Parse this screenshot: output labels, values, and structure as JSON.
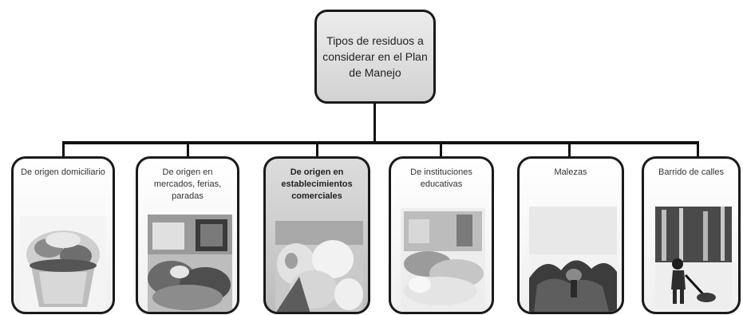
{
  "root": {
    "label": "Tipos de residuos a considerar en el Plan de Manejo"
  },
  "categories": [
    {
      "label": "De origen domiciliario",
      "photo": "household-trash-bag-icon"
    },
    {
      "label": "De origen en mercados, ferias, paradas",
      "photo": "market-waste-icon"
    },
    {
      "label": "De origen en establecimientos comerciales",
      "photo": "commercial-waste-bags-icon"
    },
    {
      "label": "De instituciones educativas",
      "photo": "school-waste-icon"
    },
    {
      "label": "Malezas",
      "photo": "weeds-pile-icon"
    },
    {
      "label": "Barrido de calles",
      "photo": "street-sweeper-icon"
    }
  ]
}
